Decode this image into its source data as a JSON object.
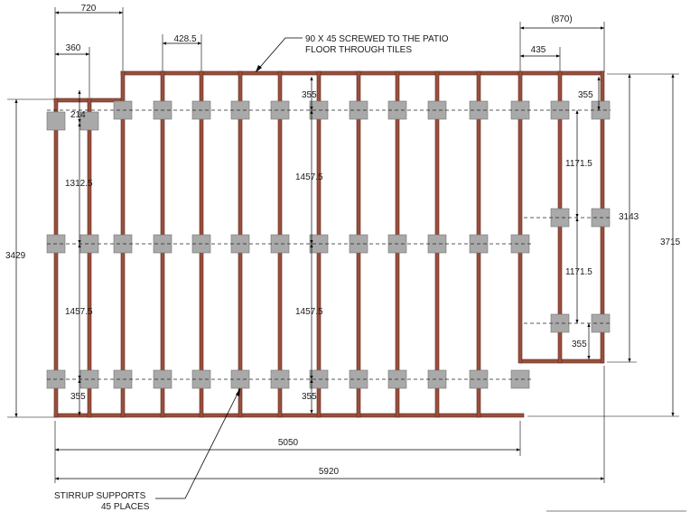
{
  "dimensions": {
    "overall_width": "5920",
    "main_width": "5050",
    "main_height": "3429",
    "overall_height": "3715",
    "right_section_height": "3143",
    "top_left_width": "720",
    "left_step_width": "360",
    "joist_spacing": "428.5",
    "right_section_width": "(870)",
    "right_bay_width": "435",
    "edge_offset_top": "355",
    "edge_offset_bottom": "355",
    "edge_offset_right_top": "355",
    "edge_offset_right_bottom": "355",
    "left_small_offset": "214",
    "left_span": "1312.5",
    "span_lower_left": "1457.5",
    "span_upper_mid": "1457.5",
    "span_lower_mid": "1457.5",
    "right_span_upper": "1171.5",
    "right_span_lower": "1171.5"
  },
  "notes": {
    "frame_note_line1": "90 X 45 SCREWED TO THE PATIO",
    "frame_note_line2": "FLOOR THROUGH TILES",
    "stirrup_note_line1": "STIRRUP SUPPORTS",
    "stirrup_note_line2": "45 PLACES"
  }
}
